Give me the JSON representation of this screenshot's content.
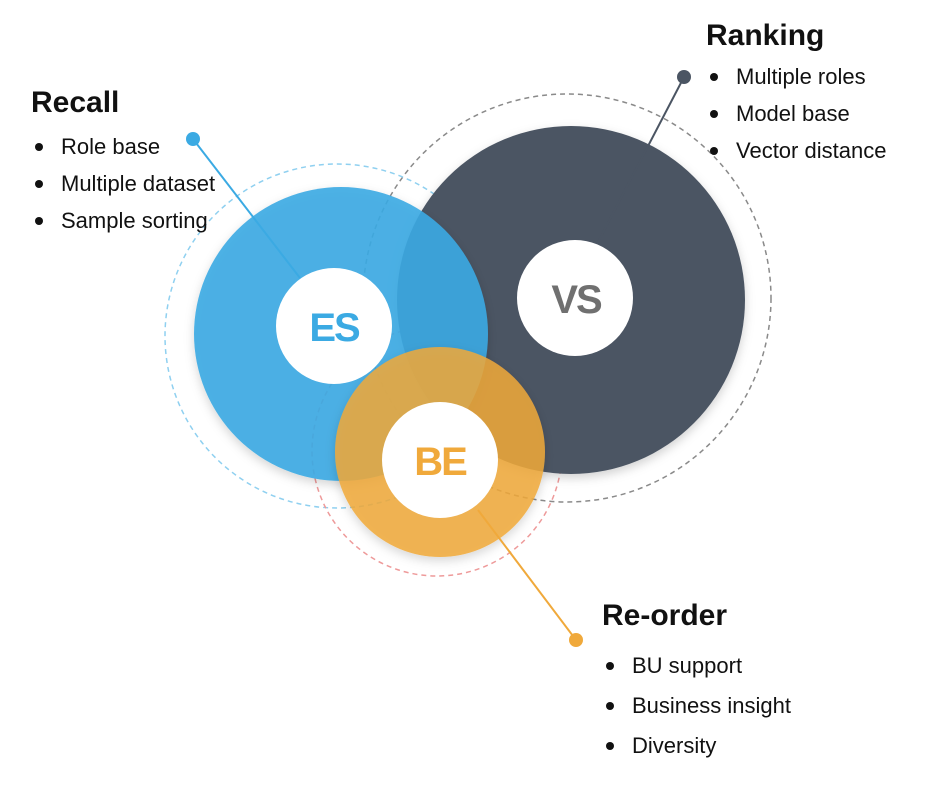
{
  "colors": {
    "es": "#3baae3",
    "vs": "#4b5563",
    "be": "#f0a93b",
    "es_ring": "#8fd0f0",
    "vs_ring": "#8a8a8a",
    "be_ring": "#ee9a9a"
  },
  "hubs": {
    "es": "ES",
    "vs": "VS",
    "be": "BE"
  },
  "recall": {
    "title": "Recall",
    "items": [
      "Role base",
      "Multiple dataset",
      "Sample sorting"
    ]
  },
  "ranking": {
    "title": "Ranking",
    "items": [
      "Multiple roles",
      "Model base",
      "Vector distance"
    ]
  },
  "reorder": {
    "title": "Re-order",
    "items": [
      "BU support",
      "Business insight",
      "Diversity"
    ]
  }
}
